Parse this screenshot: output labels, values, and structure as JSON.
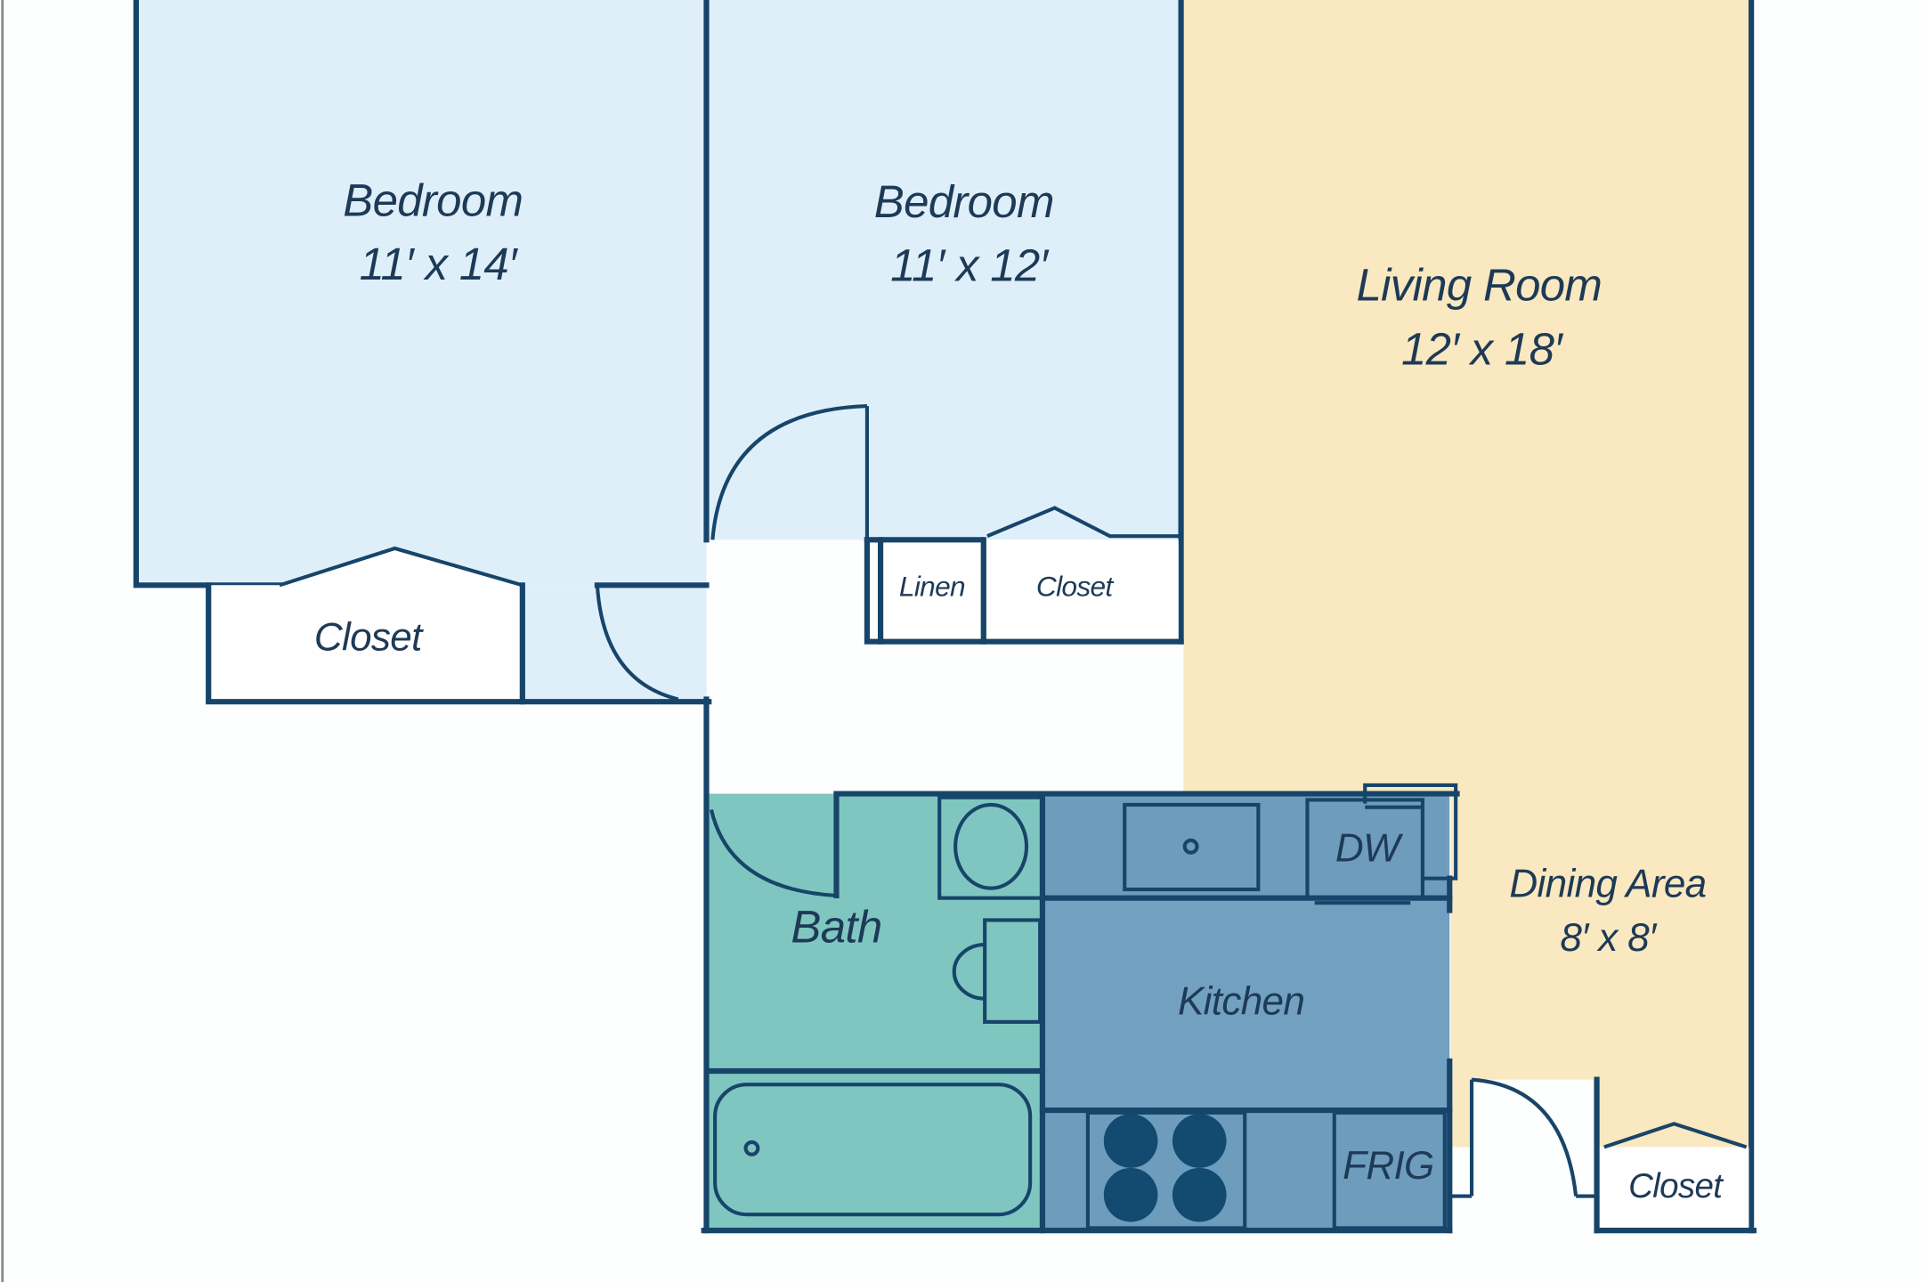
{
  "floorplan": {
    "rooms": {
      "bedroom1": {
        "name": "Bedroom",
        "size": "11′ x 14′"
      },
      "bedroom2": {
        "name": "Bedroom",
        "size": "11′ x 12′"
      },
      "living": {
        "name": "Living Room",
        "size": "12′ x 18′"
      },
      "dining": {
        "name": "Dining Area",
        "size": "8′ x 8′"
      },
      "bath": {
        "name": "Bath"
      },
      "kitchen": {
        "name": "Kitchen"
      }
    },
    "labels": {
      "closet_bed1": "Closet",
      "linen": "Linen",
      "closet_bed2": "Closet",
      "closet_dining": "Closet",
      "dishwasher": "DW",
      "fridge": "FRIG"
    },
    "colors": {
      "wall": "#17456a",
      "bedroom": "#dfeffa",
      "living": "#f9e8c0",
      "bath": "#80c6c0",
      "kitchen": "#72a0c0",
      "text": "#1d3a56"
    }
  }
}
